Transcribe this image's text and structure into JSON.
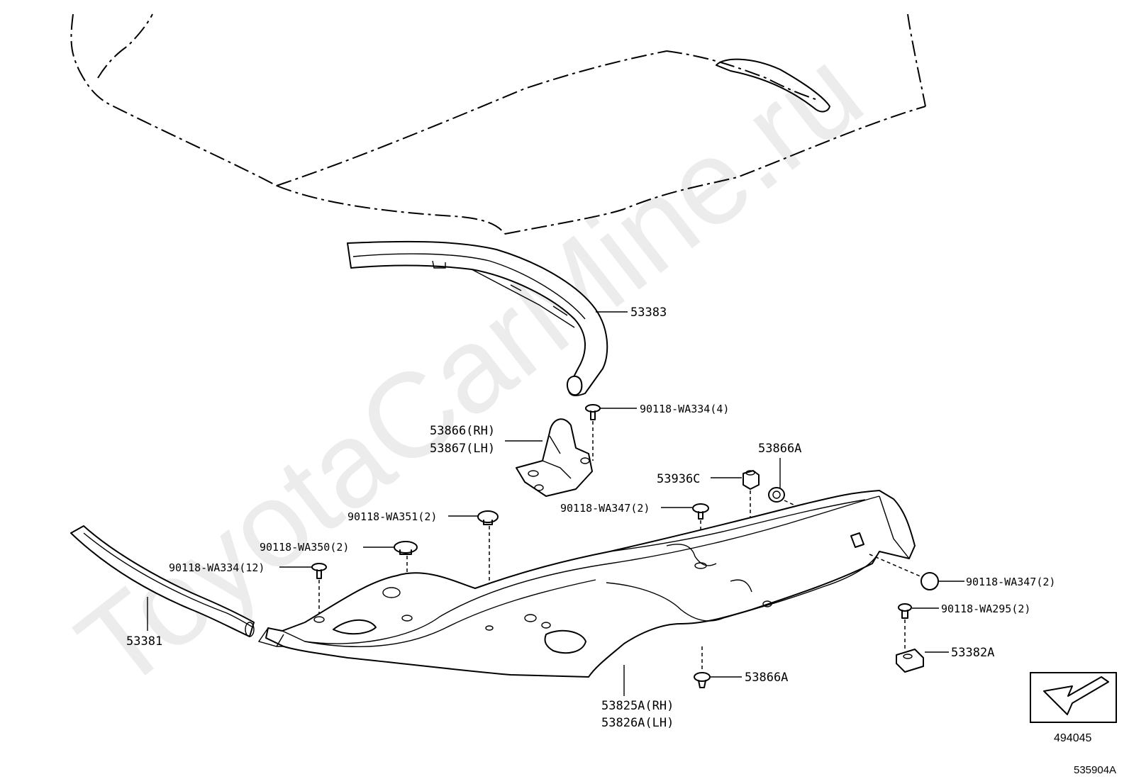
{
  "watermark": "ToyotaCarMine.ru",
  "labels": {
    "hood_seal": "53383",
    "hinge_rh": "53866(RH)",
    "hinge_lh": "53867(LH)",
    "clip_wa334_4": "90118-WA334(4)",
    "cushion_53866a_top": "53866A",
    "bumper_53936c": "53936C",
    "clip_wa347_top": "90118-WA347(2)",
    "clip_wa351": "90118-WA351(2)",
    "clip_wa350": "90118-WA350(2)",
    "clip_wa334_12": "90118-WA334(12)",
    "clip_wa347_right": "90118-WA347(2)",
    "clip_wa295": "90118-WA295(2)",
    "bracket_53382a": "53382A",
    "cushion_53866a_bottom": "53866A",
    "cowl_seal": "53381",
    "louver_rh": "53825A(RH)",
    "louver_lh": "53826A(LH)"
  },
  "reference_box": "494045",
  "diagram_id": "535904A"
}
